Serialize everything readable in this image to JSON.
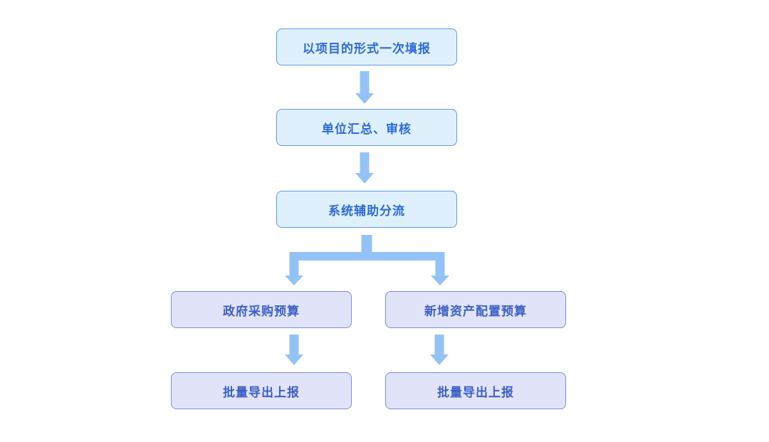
{
  "flowchart": {
    "nodes": [
      {
        "id": "step-1",
        "label": "以项目的形式一次填报",
        "style": "blue"
      },
      {
        "id": "step-2",
        "label": "单位汇总、审核",
        "style": "blue"
      },
      {
        "id": "step-3",
        "label": "系统辅助分流",
        "style": "blue"
      },
      {
        "id": "branch-left",
        "label": "政府采购预算",
        "style": "purple"
      },
      {
        "id": "branch-right",
        "label": "新增资产配置预算",
        "style": "purple"
      },
      {
        "id": "export-left",
        "label": "批量导出上报",
        "style": "purple"
      },
      {
        "id": "export-right",
        "label": "批量导出上报",
        "style": "purple"
      }
    ],
    "edges": [
      {
        "from": "step-1",
        "to": "step-2"
      },
      {
        "from": "step-2",
        "to": "step-3"
      },
      {
        "from": "step-3",
        "to": "branch-left"
      },
      {
        "from": "step-3",
        "to": "branch-right"
      },
      {
        "from": "branch-left",
        "to": "export-left"
      },
      {
        "from": "branch-right",
        "to": "export-right"
      }
    ],
    "colors": {
      "blue_node_fill": "#dff0fd",
      "blue_node_border": "#5c9ce6",
      "blue_node_text": "#2b6bd9",
      "purple_node_fill": "#e1e4f8",
      "purple_node_border": "#7f8ad6",
      "purple_node_text": "#3d5fc5",
      "arrow": "#93c3f6",
      "background": "#ffffff"
    }
  }
}
